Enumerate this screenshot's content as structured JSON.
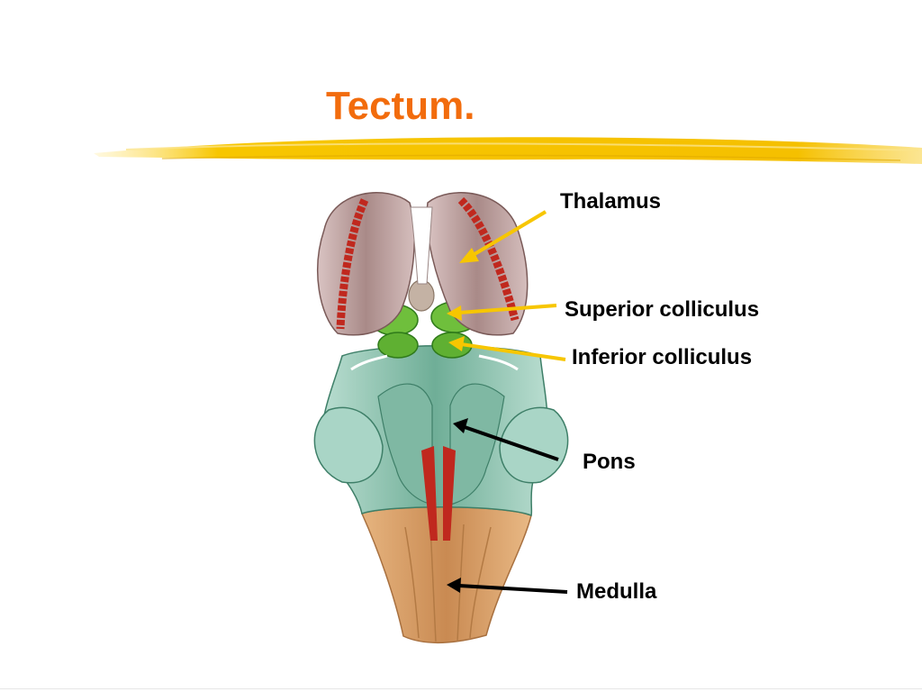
{
  "slide": {
    "title": "Tectum.",
    "labels": {
      "thalamus": "Thalamus",
      "superior_colliculus": "Superior colliculus",
      "inferior_colliculus": "Inferior colliculus",
      "pons": "Pons",
      "medulla": "Medulla"
    }
  },
  "colors": {
    "title": "#f26c0d",
    "highlight_stroke": "#f5c400",
    "yellow_arrow": "#f7c600",
    "black_arrow": "#000000",
    "thalamus": "#b89a98",
    "colliculi": "#6fbf3c",
    "brainstem": "#8fc6ad",
    "medulla": "#d9a06a",
    "vessel": "#c0281e"
  }
}
